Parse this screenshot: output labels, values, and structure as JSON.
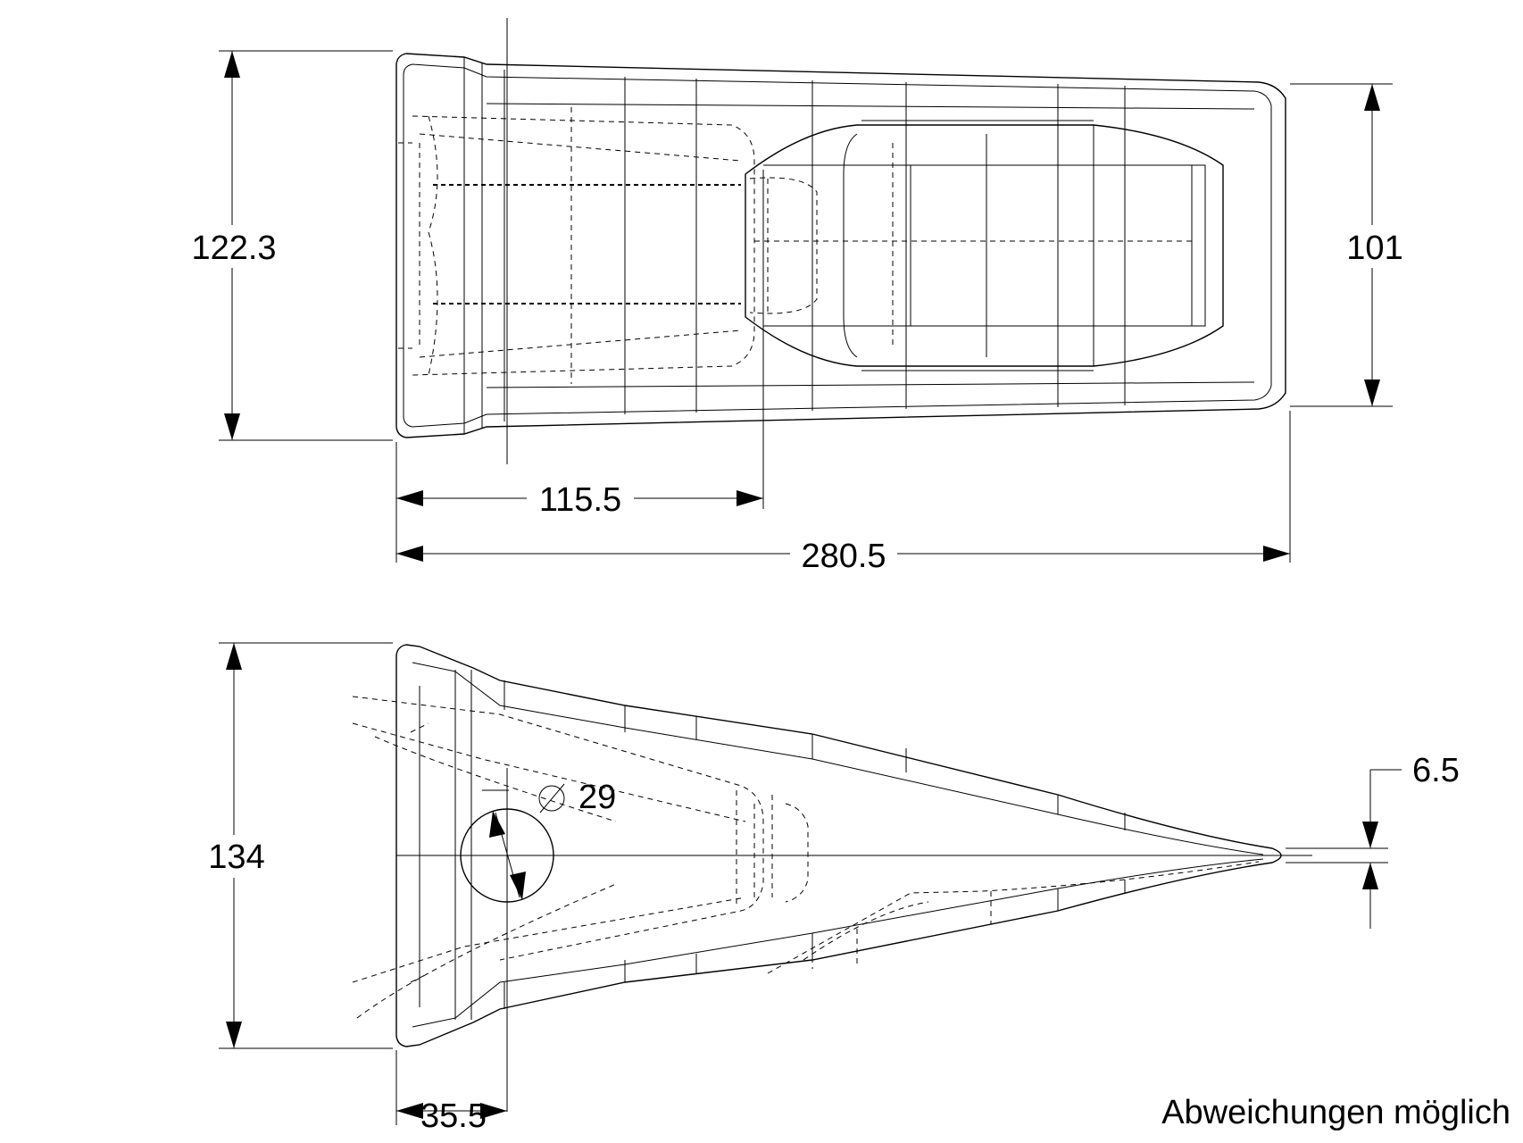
{
  "top_view": {
    "dim_height_left": "122.3",
    "dim_height_right": "101",
    "dim_length_partial": "115.5",
    "dim_length_total": "280.5"
  },
  "side_view": {
    "dim_height": "134",
    "dim_hole_diameter": "29",
    "dim_tip_thickness": "6.5",
    "dim_hole_position": "35.5"
  },
  "note": "Abweichungen möglich"
}
